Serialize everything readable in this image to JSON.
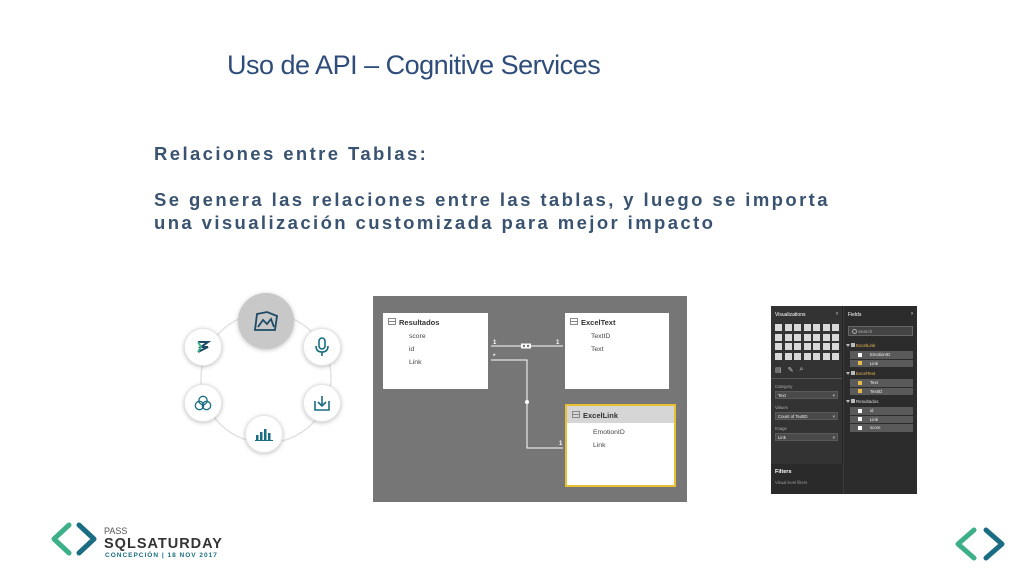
{
  "slide": {
    "title": "Uso de API – Cognitive Services",
    "heading": "Relaciones entre Tablas:",
    "body": "Se genera las relaciones entre las tablas, y luego se importa una visualización customizada para mejor impacto"
  },
  "icons": {
    "names": [
      "image-icon",
      "microphone-icon",
      "download-icon",
      "bar-chart-icon",
      "venn-icon",
      "translate-icon"
    ]
  },
  "diagram": {
    "tables": [
      {
        "name": "Resultados",
        "fields": [
          "score",
          "id",
          "Link"
        ]
      },
      {
        "name": "ExcelText",
        "fields": [
          "TextID",
          "Text"
        ]
      },
      {
        "name": "ExcelLink",
        "fields": [
          "EmotionID",
          "Link"
        ]
      }
    ],
    "cardinality": {
      "one": "1",
      "many": "*"
    }
  },
  "pane": {
    "visualizations_label": "Visualizations",
    "fields_label": "Fields",
    "search_placeholder": "Search",
    "wells": [
      {
        "label": "Category",
        "value": "Text"
      },
      {
        "label": "Values",
        "value": "Count of TextID"
      },
      {
        "label": "Image",
        "value": "Link"
      }
    ],
    "filters_label": "Filters",
    "filters_sub": "Visual level filters",
    "field_tables": [
      {
        "name": "ExcelLink",
        "highlight": true,
        "fields": [
          {
            "name": "EmotionID",
            "checked": false
          },
          {
            "name": "Link",
            "checked": true
          }
        ]
      },
      {
        "name": "ExcelText",
        "highlight": true,
        "fields": [
          {
            "name": "Text",
            "checked": true
          },
          {
            "name": "TextID",
            "checked": true
          }
        ]
      },
      {
        "name": "Resultados",
        "highlight": false,
        "fields": [
          {
            "name": "id",
            "checked": false
          },
          {
            "name": "Link",
            "checked": false
          },
          {
            "name": "score",
            "checked": false
          }
        ]
      }
    ]
  },
  "footer": {
    "pass": "PASS",
    "brand_sql": "SQL",
    "brand_sat": "SATURDAY",
    "event": "CONCEPCIÓN | 18 NOV 2017"
  },
  "colors": {
    "title": "#2f4d7a",
    "body": "#3a5370",
    "teal": "#1a6d82",
    "green": "#3db08a",
    "selection": "#e8c033"
  }
}
